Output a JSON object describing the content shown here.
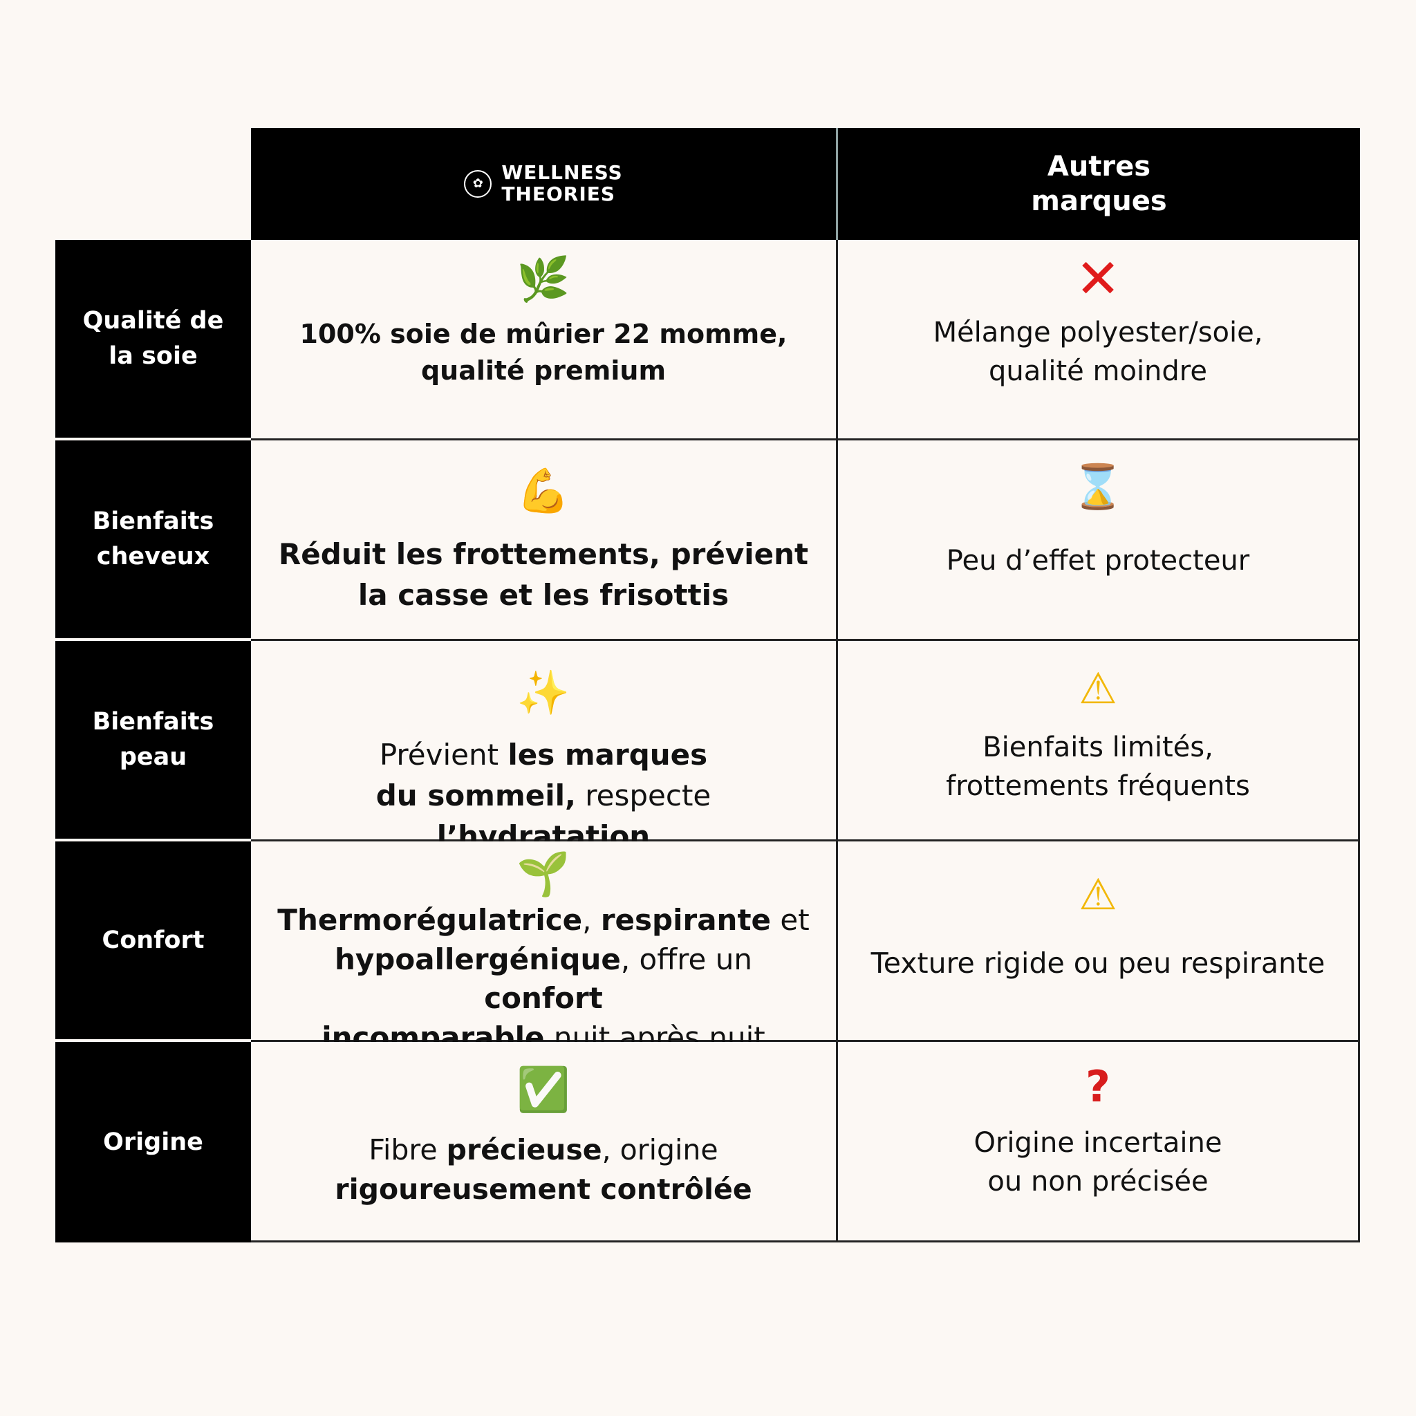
{
  "header": {
    "brand_line1": "WELLNESS",
    "brand_line2": "THEORIES",
    "logo_icon": "bee-icon",
    "other_line1": "Autres",
    "other_line2": "marques"
  },
  "rows": [
    {
      "label_line1": "Qualité de",
      "label_line2": "la soie",
      "wt_icon": "🌿",
      "wt_line1": "100% soie de mûrier 22 momme,",
      "wt_line2": "qualité premium",
      "other_icon": "✕",
      "other_line1": "Mélange polyester/soie,",
      "other_line2": "qualité moindre"
    },
    {
      "label_line1": "Bienfaits",
      "label_line2": "cheveux",
      "wt_icon": "💪",
      "wt_line1": "Réduit les frottements, prévient",
      "wt_line2": "la casse et les frisottis",
      "other_icon": "⌛",
      "other_line1": "Peu d’effet protecteur"
    },
    {
      "label_line1": "Bienfaits",
      "label_line2": "peau",
      "wt_icon": "✨",
      "wt_a": "Prévient ",
      "wt_b": "les marques",
      "wt_c": "du sommeil,",
      "wt_d": " respecte ",
      "wt_e": "l’hydratation",
      "other_icon": "⚠",
      "other_line1": "Bienfaits limités,",
      "other_line2": "frottements fréquents"
    },
    {
      "label_line1": "Confort",
      "wt_icon": "🌱",
      "wt_a": "Thermorégulatrice",
      "wt_b": ", ",
      "wt_c": "respirante",
      "wt_d": " et",
      "wt_e": "hypoallergénique",
      "wt_f": ", offre un ",
      "wt_g": "confort",
      "wt_h": "incomparable",
      "wt_i": " nuit après nuit",
      "other_icon": "⚠",
      "other_line1": "Texture rigide ou peu respirante"
    },
    {
      "label_line1": "Origine",
      "wt_icon": "✅",
      "wt_a": "Fibre ",
      "wt_b": "précieuse",
      "wt_c": ", origine",
      "wt_d": "rigoureusement contrôlée",
      "other_icon": "?",
      "other_line1": "Origine incertaine",
      "other_line2": "ou non précisée"
    }
  ]
}
